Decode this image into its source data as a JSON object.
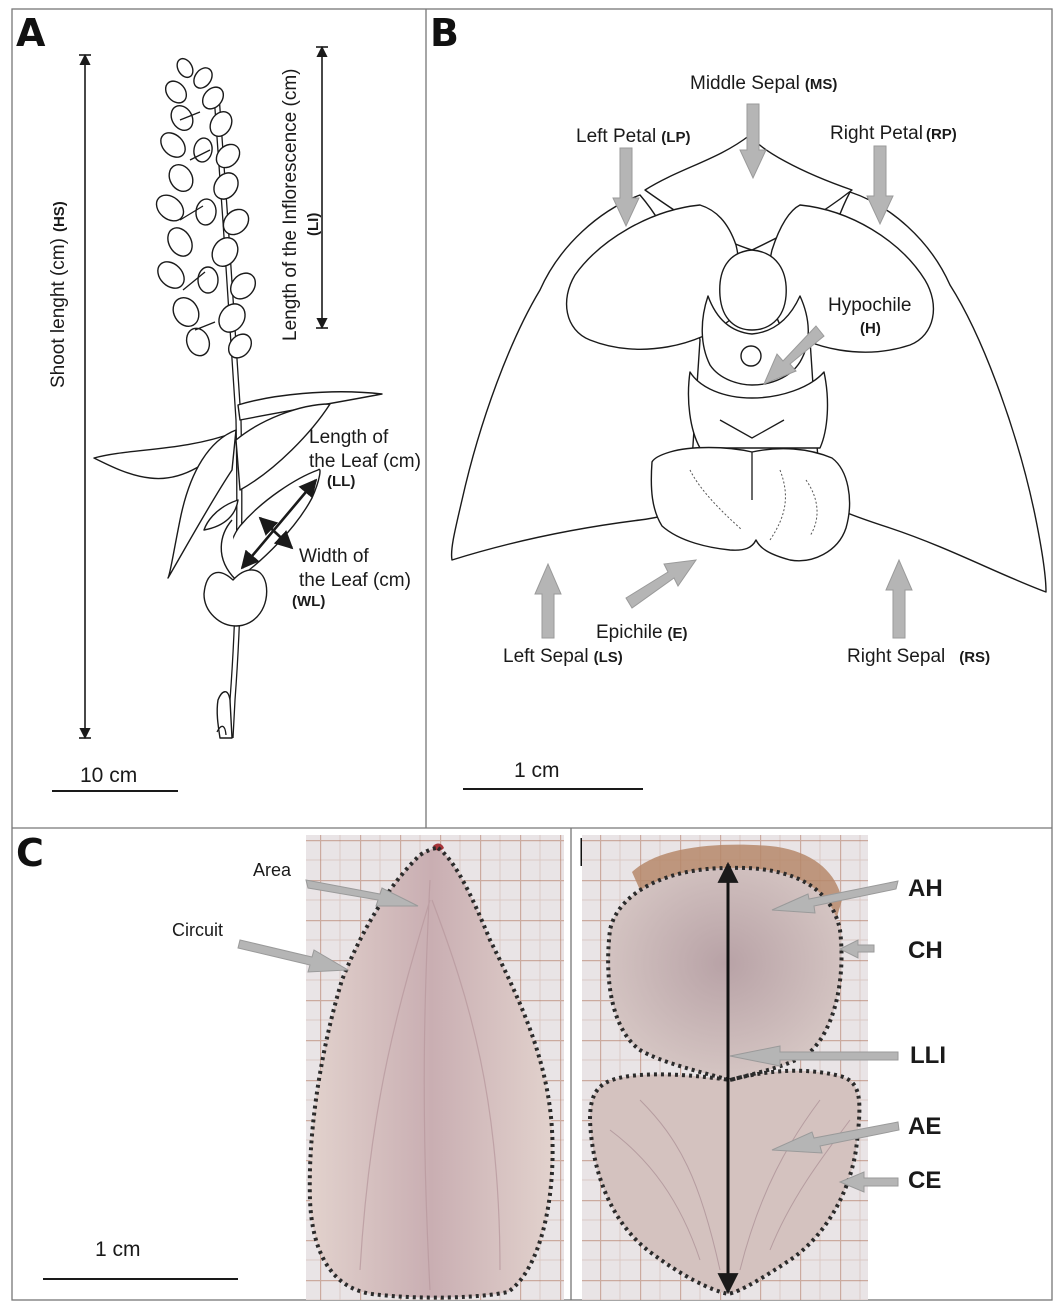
{
  "panels": {
    "a": {
      "letter": "A",
      "shoot_length": "Shoot lenght (cm)",
      "shoot_length_code": "(HS)",
      "inflorescence_length": "Length of the Inflorescence (cm)",
      "inflorescence_code": "(LI)",
      "leaf_length_line1": "Length of",
      "leaf_length_line2": "the Leaf (cm)",
      "leaf_length_code": "(LL)",
      "leaf_width_line1": "Width of",
      "leaf_width_line2": "the Leaf (cm)",
      "leaf_width_code": "(WL)",
      "scale": "10 cm"
    },
    "b": {
      "letter": "B",
      "middle_sepal": "Middle Sepal",
      "middle_sepal_code": "(MS)",
      "left_petal": "Left Petal",
      "left_petal_code": "(LP)",
      "right_petal": "Right Petal",
      "right_petal_code": "(RP)",
      "hypochile": "Hypochile",
      "hypochile_code": "(H)",
      "epichile": "Epichile",
      "epichile_code": "(E)",
      "left_sepal": "Left Sepal",
      "left_sepal_code": "(LS)",
      "right_sepal": "Right Sepal",
      "right_sepal_code": "(RS)",
      "scale": "1 cm"
    },
    "c": {
      "letter": "C",
      "area": "Area",
      "circuit": "Circuit",
      "scale": "1 cm"
    },
    "d": {
      "letter": "D",
      "ah": "AH",
      "ch": "CH",
      "lli": "LLI",
      "ae": "AE",
      "ce": "CE"
    }
  },
  "colors": {
    "line": "#1a1a1a",
    "callout_arrow": "#b5b5b5",
    "grid_paper": "#e9e4e6",
    "grid_line": "#b37a64",
    "tissue": "#d9c6c0",
    "tissue_vein": "#b99a9f"
  }
}
